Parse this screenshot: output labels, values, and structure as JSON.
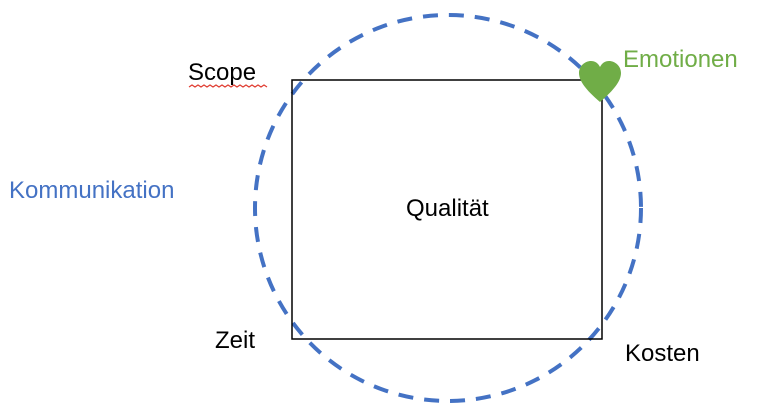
{
  "diagram": {
    "labels": {
      "scope": "Scope",
      "zeit": "Zeit",
      "kosten": "Kosten",
      "qualitaet": "Qualität",
      "kommunikation": "Kommunikation",
      "emotionen": "Emotionen"
    },
    "colors": {
      "circle": "#4472C4",
      "square": "#000000",
      "text": "#000000",
      "kommunikation": "#4472C4",
      "emotionen": "#70AD47",
      "heart": "#70AD47",
      "spellcheck_underline": "#E03C31"
    },
    "icons": {
      "heart": "heart-icon"
    }
  }
}
